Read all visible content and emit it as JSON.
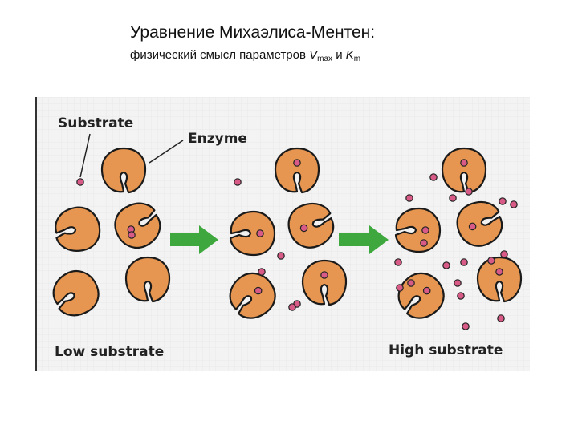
{
  "slide": {
    "title": "Уравнение Михаэлиса-Ментен:",
    "subtitle_prefix": "физический смысл параметров ",
    "param1": "V",
    "param1_sub": "max",
    "conj": " и ",
    "param2": "K",
    "param2_sub": "m"
  },
  "diagram": {
    "label_substrate": "Substrate",
    "label_enzyme": "Enzyme",
    "label_low": "Low substrate",
    "label_high": "High substrate",
    "colors": {
      "enzyme_fill": "#E69650",
      "enzyme_stroke": "#1a1a1a",
      "substrate_fill": "#D85A86",
      "arrow": "#3EA83E",
      "background": "#F3F3F3",
      "grid": "#E8E8E8"
    }
  }
}
